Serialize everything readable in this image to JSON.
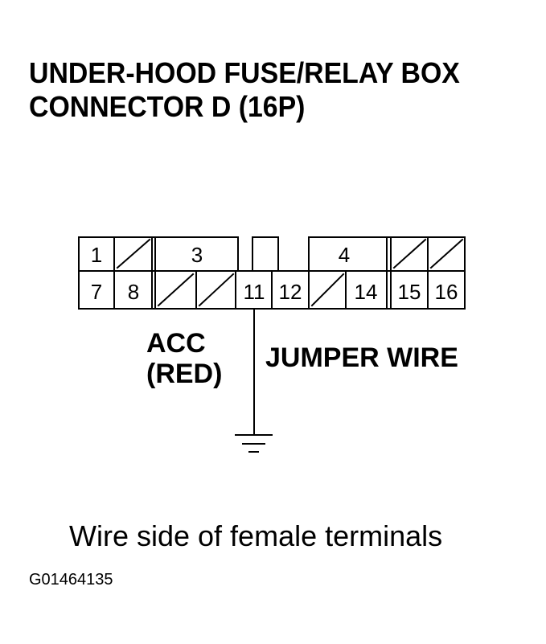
{
  "title": {
    "line1": "UNDER-HOOD FUSE/RELAY BOX",
    "line2": "CONNECTOR D (16P)"
  },
  "connector": {
    "top_row": [
      {
        "label": "1"
      },
      {
        "label": ""
      },
      {
        "label": "3"
      },
      {
        "label": "4"
      },
      {
        "label": ""
      },
      {
        "label": ""
      }
    ],
    "bottom_row": [
      {
        "label": "7"
      },
      {
        "label": "8"
      },
      {
        "label": ""
      },
      {
        "label": ""
      },
      {
        "label": "11"
      },
      {
        "label": "12"
      },
      {
        "label": ""
      },
      {
        "label": "14"
      },
      {
        "label": "15"
      },
      {
        "label": "16"
      }
    ]
  },
  "labels": {
    "acc_line1": "ACC",
    "acc_line2": "(RED)",
    "jumper": "JUMPER WIRE"
  },
  "caption": "Wire side of female terminals",
  "figure_code": "G01464135"
}
